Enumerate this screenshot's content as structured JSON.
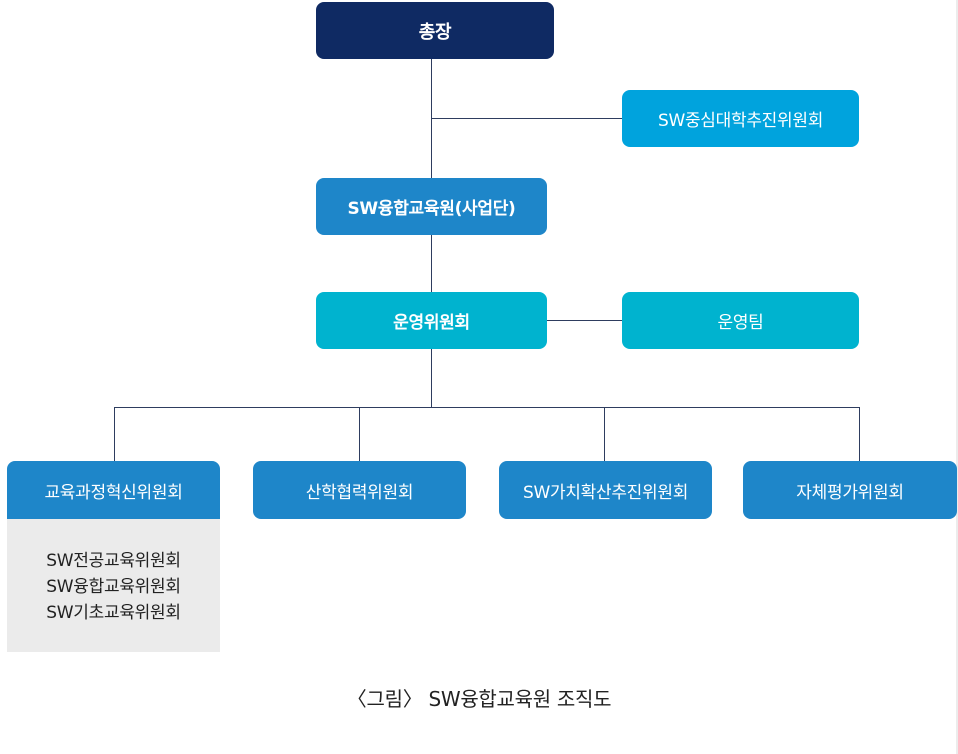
{
  "org_chart": {
    "president": "총장",
    "advisory_committee": "SW중심대학추진위원회",
    "institute": "SW융합교육원(사업단)",
    "operating_committee": "운영위원회",
    "operating_team": "운영팀",
    "sub_committees": [
      {
        "label": "교육과정혁신위원회",
        "children": [
          "SW전공교육위원회",
          "SW융합교육위원회",
          "SW기초교육위원회"
        ]
      },
      {
        "label": "산학협력위원회"
      },
      {
        "label": "SW가치확산추진위원회"
      },
      {
        "label": "자체평가위원회"
      }
    ]
  },
  "caption": "〈그림〉 SW융합교육원 조직도",
  "colors": {
    "president": "#0f2a63",
    "advisory_committee": "#00a3dd",
    "institute": "#1e86c9",
    "operating": "#00b3cf",
    "sub_committee": "#1e86c9",
    "sub_panel": "#ebebeb",
    "connector": "#2e3d5f"
  }
}
